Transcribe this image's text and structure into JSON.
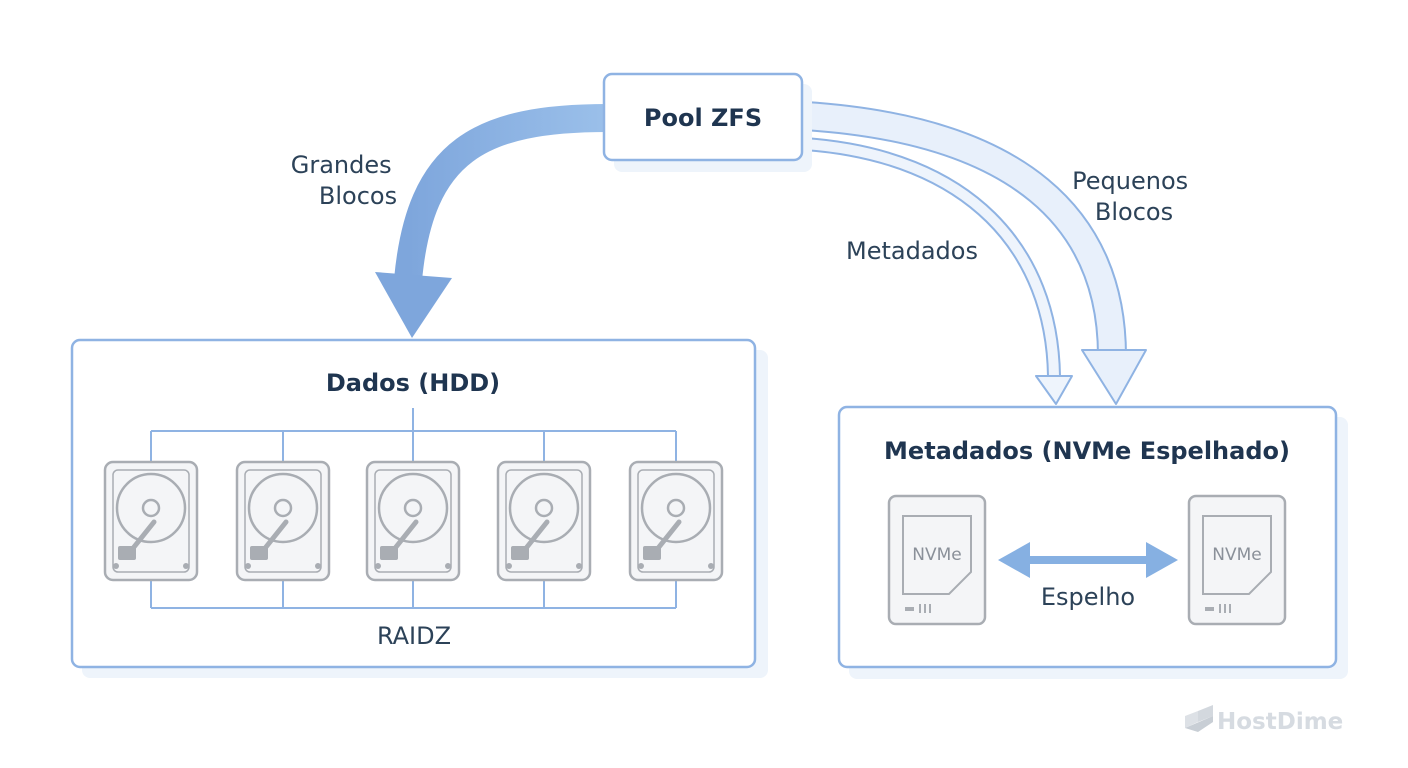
{
  "nodes": {
    "pool": {
      "label": "Pool ZFS"
    },
    "data_group": {
      "label": "Dados (HDD)",
      "footer": "RAIDZ",
      "disk_count": 5
    },
    "meta_group": {
      "label": "Metadados (NVMe Espelhado)",
      "device_label": "NVMe",
      "mirror_label": "Espelho"
    }
  },
  "edges": {
    "large_blocks": {
      "label_line1": "Grandes",
      "label_line2": "Blocos"
    },
    "small_blocks": {
      "label_line1": "Pequenos",
      "label_line2": "Blocos"
    },
    "metadata": {
      "label": "Metadados"
    }
  },
  "watermark": {
    "text": "HostDime"
  },
  "colors": {
    "accent": "#86b0e2",
    "accent_light": "#cfe0f5",
    "border": "#8fb3e3",
    "text": "#1f3550",
    "disk": "#a9adb3"
  }
}
